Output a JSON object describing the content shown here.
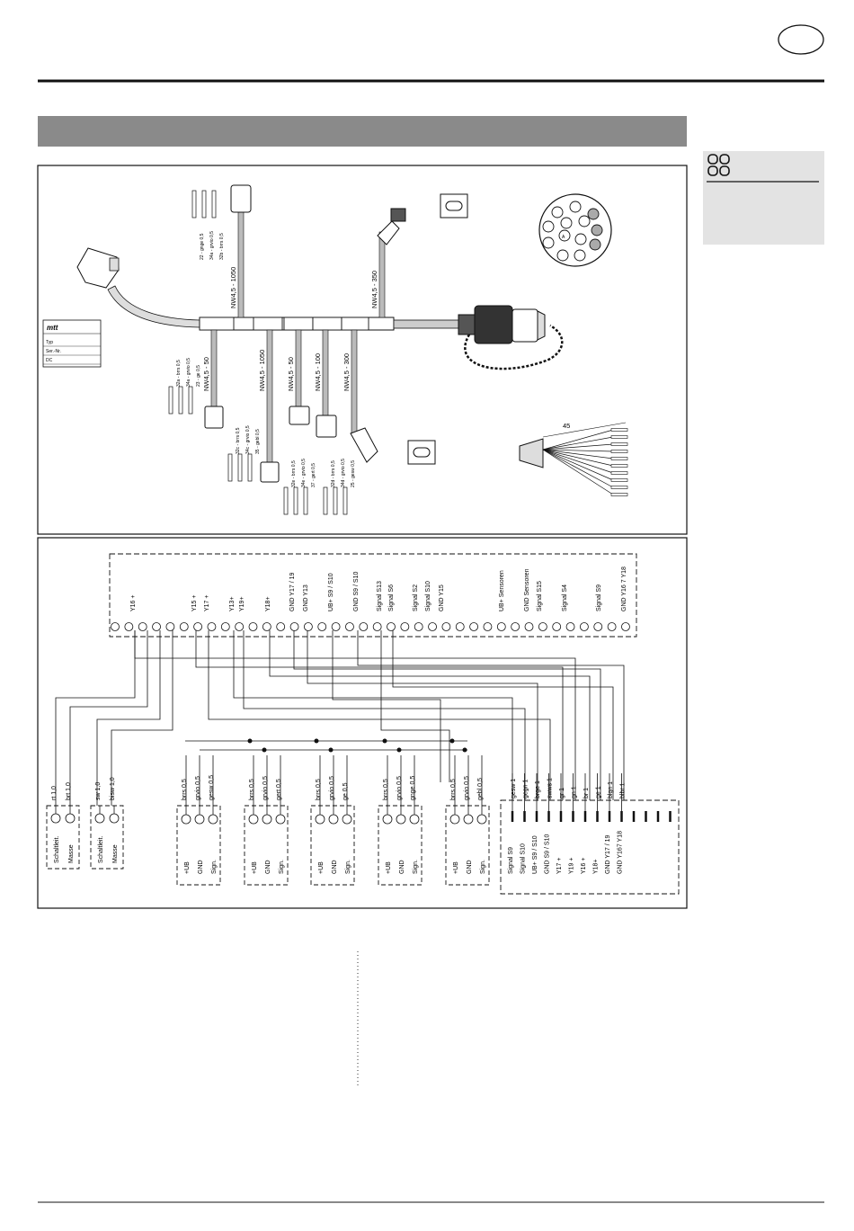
{
  "harness": {
    "connector_labels": [
      "NW4,5 - 1050",
      "NW4,5 - 350",
      "NW4,5 - 50",
      "NW4,5 - 1050",
      "NW4,5 - 50",
      "NW4,5 - 100",
      "NW4,5 - 300"
    ],
    "wire_groups": [
      [
        "22 - gnge 0,5",
        "34a - grvio 0,5",
        "32b - brrs 0,5"
      ],
      [
        "32a - brrs 0,5",
        "34a - grvio 0,5",
        "23 - ge 0,5"
      ],
      [
        "32c - brrs 0,5",
        "34c - grvio 0,5",
        "35 - gebl 0,5"
      ],
      [
        "32e - brrs 0,5",
        "34e - grvio 0,5",
        "37 - gert 0,5"
      ],
      [
        "32d - brrs 0,5",
        "34d - grvio 0,5",
        "25 - gesw 0,5"
      ]
    ],
    "pin_label": "A",
    "dimension": "45",
    "nameplate": {
      "logo": "mtt",
      "rows": [
        "Typ",
        "Ser.-Nr.",
        "DC"
      ]
    }
  },
  "schematic": {
    "top_pins": [
      "Y16 +",
      "Y15 +",
      "Y17 +",
      "Y13+",
      "Y19+",
      "Y18+",
      "GND Y17 / 19",
      "GND Y13",
      "UB+ S9 / S10",
      "GND S9 / S10",
      "Signal S13",
      "Signal S6",
      "Signal S2",
      "Signal S10",
      "GND Y15",
      "UB+ Sensoren",
      "GND Sensoren",
      "Signal S15",
      "Signal S4",
      "Signal S9",
      "GND Y16 7 Y18"
    ],
    "power_boxes": [
      {
        "wires": [
          "rt 1,0",
          "brt 1,0"
        ],
        "pins": [
          "Schaltleit.",
          "Masse"
        ]
      },
      {
        "wires": [
          "sw 1,0",
          "bisw 1,0"
        ],
        "pins": [
          "Schaltleit.",
          "Masse"
        ]
      }
    ],
    "sensors": [
      {
        "wires": [
          "brrs 0,5",
          "grvio 0,5",
          "gesw 0,5"
        ],
        "pins": [
          "+UB",
          "GND",
          "Sign."
        ]
      },
      {
        "wires": [
          "brrs 0,5",
          "grvio 0,5",
          "gert 0,5"
        ],
        "pins": [
          "+UB",
          "GND",
          "Sign."
        ]
      },
      {
        "wires": [
          "brrs 0,5",
          "grvio 0,5",
          "ge 0,5"
        ],
        "pins": [
          "+UB",
          "GND",
          "Sign."
        ]
      },
      {
        "wires": [
          "brrs 0,5",
          "grvio 0,5",
          "gnge 0,5"
        ],
        "pins": [
          "+UB",
          "GND",
          "Sign."
        ]
      },
      {
        "wires": [
          "brrs 0,5",
          "grvio 0,5",
          "gebl 0,5"
        ],
        "pins": [
          "+UB",
          "GND",
          "Sign."
        ]
      }
    ],
    "big_connector": {
      "wires": [
        "gesw 1",
        "gegn 1",
        "brge 1",
        "swws 1",
        "gr 1",
        "gn 1",
        "br 1",
        "ge 1",
        "blgn 1",
        "blbr 1"
      ],
      "pins": [
        "Signal S9",
        "Signal S10",
        "UB+ S9 / S10",
        "GND S9 / S10",
        "Y17 +",
        "Y19 +",
        "Y16 +",
        "Y18+",
        "GND Y17 / 19",
        "GND Y167 Y18"
      ]
    }
  }
}
